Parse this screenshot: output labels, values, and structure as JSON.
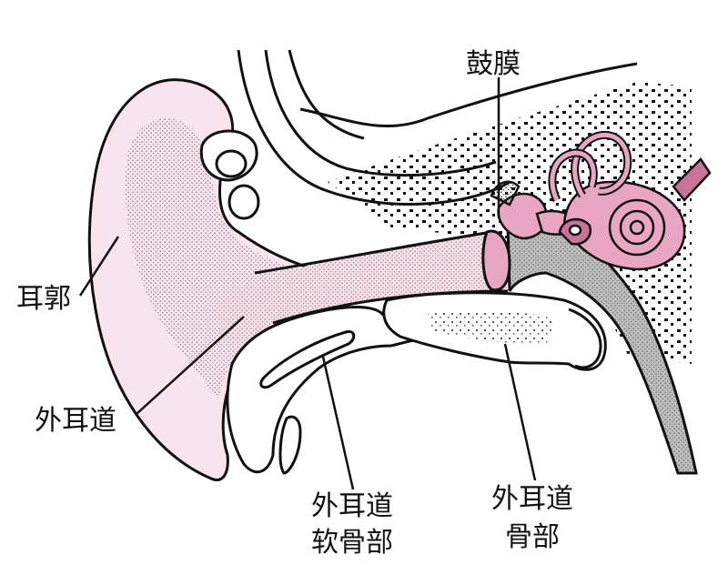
{
  "diagram": {
    "labels": {
      "tympanic_membrane": "鼓膜",
      "auricle": "耳郭",
      "external_canal": "外耳道",
      "cartilaginous_part_line1": "外耳道",
      "cartilaginous_part_line2": "软骨部",
      "bony_part_line1": "外耳道",
      "bony_part_line2": "骨部"
    },
    "colors": {
      "tissue_pink": "#f9e4ee",
      "canal_pink": "#f6dfe9",
      "inner_ear_pink": "#e8a6c3",
      "inner_ear_dark": "#c9739a",
      "bone_gray": "#bdbdbd",
      "outline": "#111111"
    }
  }
}
